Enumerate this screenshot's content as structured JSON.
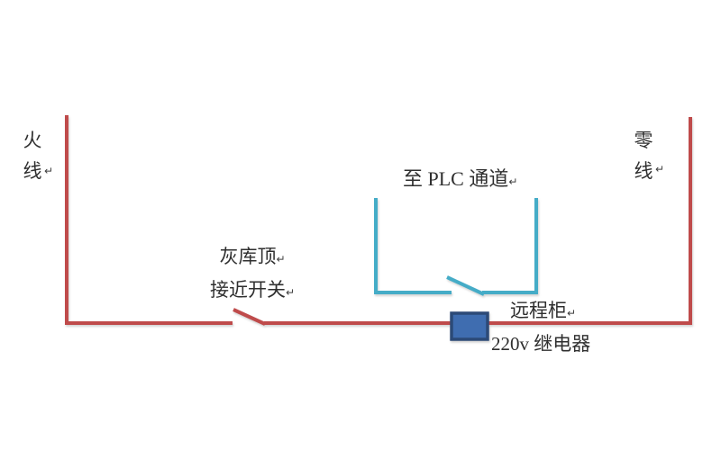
{
  "colors": {
    "wire_live": "#bf4b4b",
    "wire_plc": "#45acc7",
    "relay_fill": "#3f6db0",
    "relay_border": "#2c4a77",
    "text": "#2f2f2f"
  },
  "labels": {
    "live_wire": "火线",
    "neutral_wire": "零线",
    "plc_channel": "至 PLC 通道",
    "proximity_switch_line1": "灰库顶",
    "proximity_switch_line2": "接近开关",
    "remote_cabinet": "远程柜",
    "relay": "220v 继电器",
    "return_mark": "↵"
  }
}
